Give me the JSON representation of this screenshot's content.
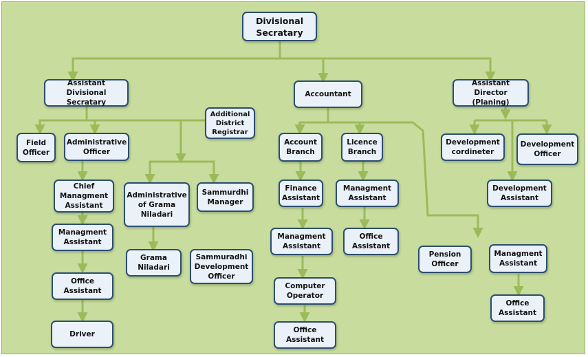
{
  "org_chart": {
    "nodes": {
      "divisional_secretary": "Divisional\nSecratary",
      "assistant_divisional_secretary": "Assistant Divisional\nSecratary",
      "accountant": "Accountant",
      "assistant_director_planning": "Assistant Director\n(Planing)",
      "additional_district_registrar": "Additional\nDistrict\nRegistrar",
      "field_officer": "Field\nOfficer",
      "administrative_officer": "Administrative\nOfficer",
      "chief_management_assistant": "Chief\nManagment\nAssistant",
      "administrative_of_grama_niladari": "Administrative\nof Grama\nNiladari",
      "sammurdhi_manager": "Sammurdhi\nManager",
      "management_assistant_admin": "Managment\nAssistant",
      "grama_niladari": "Grama\nNiladari",
      "sammuradhi_development_officer": "Sammuradhi\nDevelopment\nOfficer",
      "office_assistant_admin": "Office\nAssistant",
      "driver": "Driver",
      "account_branch": "Account\nBranch",
      "licence_branch": "Licence\nBranch",
      "finance_assistant": "Finance\nAssistant",
      "management_assistant_licence": "Managment\nAssistant",
      "management_assistant_accounts": "Managment\nAssistant",
      "office_assistant_licence": "Office\nAssistant",
      "computer_operator": "Computer\nOperator",
      "office_assistant_accounts": "Office\nAssistant",
      "pension_officer": "Pension\nOfficer",
      "management_assistant_pension": "Managment\nAssistant",
      "office_assistant_pension": "Office\nAssistant",
      "development_coordinator": "Development\ncordineter",
      "development_officer": "Development\nOfficer",
      "development_assistant": "Development\nAssistant"
    },
    "colors": {
      "background": "#c8dc9e",
      "connector": "#9bbb59",
      "box_fill": "#eaf1f9",
      "box_border": "#2b4e6f"
    }
  }
}
